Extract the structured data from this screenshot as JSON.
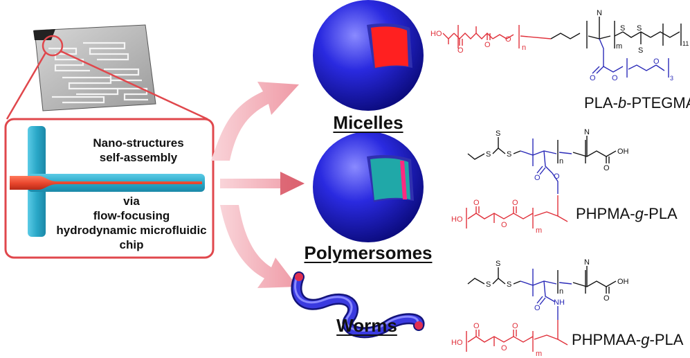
{
  "chip": {
    "title_line1": "Nano-structures",
    "title_line2": "self-assembly",
    "via": "via",
    "method_line1": "flow-focusing",
    "method_line2": "hydrodynamic microfluidic",
    "method_line3": "chip"
  },
  "morphologies": [
    {
      "label": "Micelles"
    },
    {
      "label": "Polymersomes"
    },
    {
      "label": "Worms"
    }
  ],
  "polymers": [
    {
      "prefix": "PLA-",
      "italic": "b",
      "suffix": "-PTEGMA"
    },
    {
      "prefix": "PHPMA-",
      "italic": "g",
      "suffix": "-PLA"
    },
    {
      "prefix": "PHPMAA-",
      "italic": "g",
      "suffix": "-PLA"
    }
  ],
  "structures": {
    "s1": {
      "ho": "HO",
      "n": "n",
      "cn": "N",
      "m": "m",
      "s1": "S",
      "s2": "S",
      "s3": "S",
      "sub11": "11",
      "o": "O",
      "sub3": "3"
    },
    "s2": {
      "s1": "S",
      "s2": "S",
      "s3": "S",
      "n": "n",
      "cn": "N",
      "oh": "OH",
      "o": "O",
      "ho": "HO",
      "m": "m"
    },
    "s3": {
      "s1": "S",
      "s2": "S",
      "s3": "S",
      "n": "n",
      "cn": "N",
      "oh": "OH",
      "o": "O",
      "nh": "NH",
      "ho": "HO",
      "m": "m"
    }
  },
  "colors": {
    "channel": "#2aa8c8",
    "focused_stream": "#e8452c",
    "frame": "#e0474c",
    "arrow": "#f4b8c0",
    "sphere": "#2a2ad8",
    "micelle_core": "#ff2020",
    "vesicle_core": "#20a0a0",
    "pla": "#e0303a",
    "hydrophilic": "#2a2ab8"
  }
}
